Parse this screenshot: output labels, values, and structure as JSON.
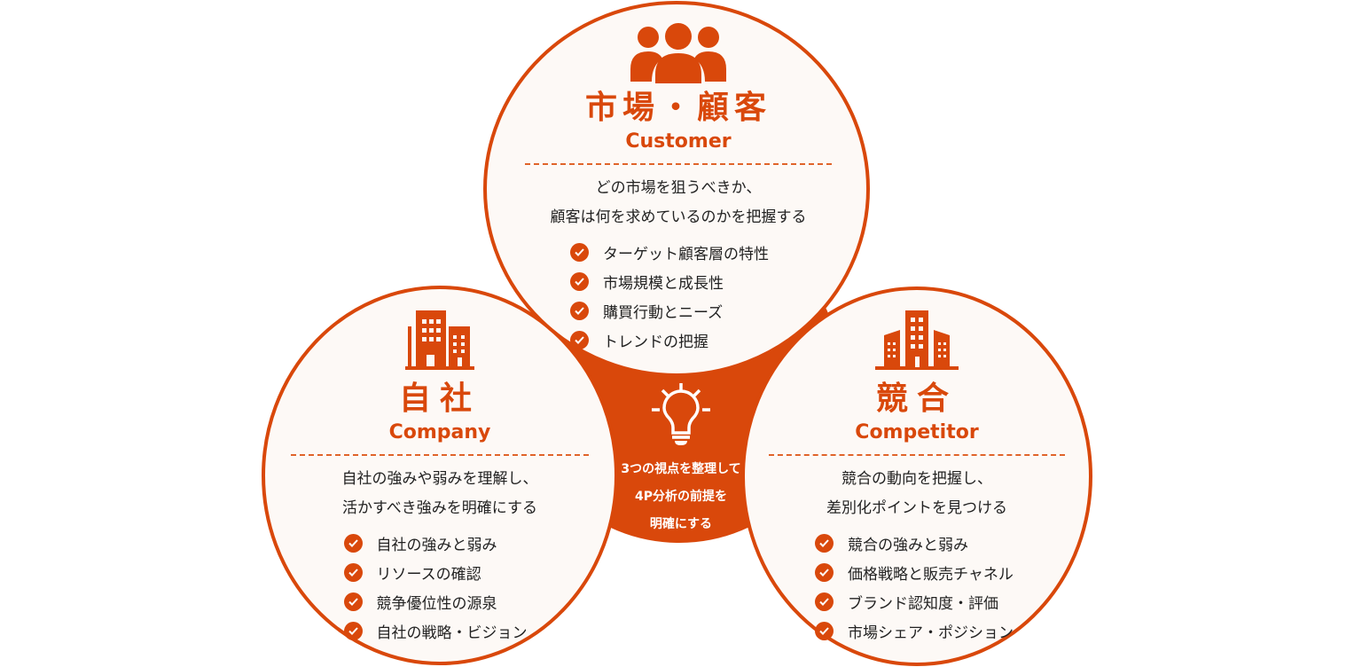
{
  "colors": {
    "accent": "#d9480b",
    "circle_fill": "#fdf9f6",
    "background": "#ffffff",
    "text": "#222222"
  },
  "customer": {
    "icon": "people-group-icon",
    "title_ja": "市場・顧客",
    "title_en": "Customer",
    "description": [
      "どの市場を狙うべきか、",
      "顧客は何を求めているのかを把握する"
    ],
    "items": [
      "ターゲット顧客層の特性",
      "市場規模と成長性",
      "購買行動とニーズ",
      "トレンドの把握"
    ]
  },
  "company": {
    "icon": "office-building-icon",
    "title_ja": "自社",
    "title_en": "Company",
    "description": [
      "自社の強みや弱みを理解し、",
      "活かすべき強みを明確にする"
    ],
    "items": [
      "自社の強みと弱み",
      "リソースの確認",
      "競争優位性の源泉",
      "自社の戦略・ビジョン"
    ]
  },
  "competitor": {
    "icon": "city-buildings-icon",
    "title_ja": "競合",
    "title_en": "Competitor",
    "description": [
      "競合の動向を把握し、",
      "差別化ポイントを見つける"
    ],
    "items": [
      "競合の強みと弱み",
      "価格戦略と販売チャネル",
      "ブランド認知度・評価",
      "市場シェア・ポジション"
    ]
  },
  "center": {
    "icon": "lightbulb-icon",
    "lines": [
      "3つの視点を整理して",
      "4P分析の前提を",
      "明確にする"
    ]
  }
}
